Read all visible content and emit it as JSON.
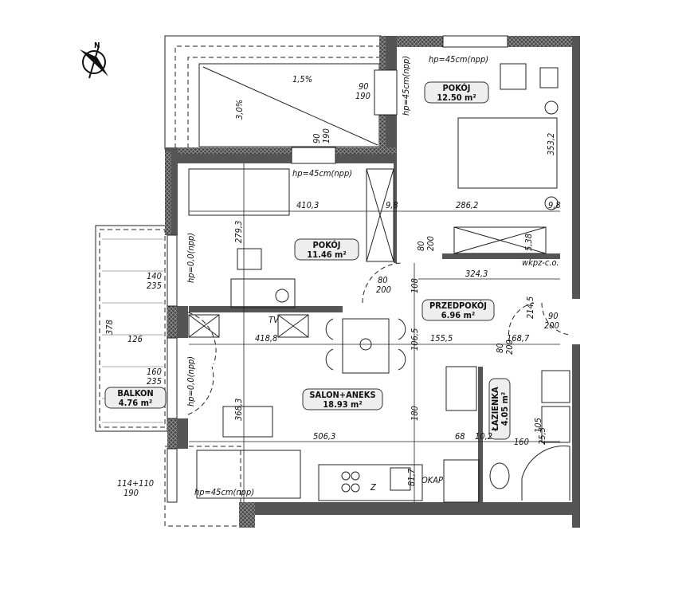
{
  "compass": {
    "label": "N"
  },
  "rooms": [
    {
      "name": "POKÓJ",
      "area": "12.50 m²"
    },
    {
      "name": "POKÓJ",
      "area": "11.46 m²"
    },
    {
      "name": "PRZEDPOKÓJ",
      "area": "6.96 m²"
    },
    {
      "name": "SALON+ANEKS",
      "area": "18.93 m²"
    },
    {
      "name": "BALKON",
      "area": "4.76 m²"
    },
    {
      "name": "ŁAZIENKA",
      "area": "4.05 m²"
    }
  ],
  "annotations": [
    "410,3",
    "9,8",
    "286,2",
    "9,8",
    "279,3",
    "80",
    "200",
    "108",
    "80",
    "200",
    "324,3",
    "418,8",
    "106,5",
    "155,5",
    "168,7",
    "80",
    "200",
    "214,5",
    "90",
    "200",
    "126",
    "378",
    "140",
    "235",
    "160",
    "235",
    "368,3",
    "180",
    "506,3",
    "68",
    "10,2",
    "160",
    "25,3",
    "114+110",
    "190",
    "hp=45cm(npp)",
    "OKAP",
    "Z",
    "81,7",
    "90",
    "190",
    "90",
    "190",
    "1,5%",
    "3,0%",
    "hp=45cm(npp)",
    "hp=45cm(npp)",
    "hp=45cm(npp)",
    "hp=0,0(npp)",
    "hp=0,0(npp)",
    "353,2",
    "5,38",
    "wkpz-c.o.",
    "105",
    "TV"
  ]
}
